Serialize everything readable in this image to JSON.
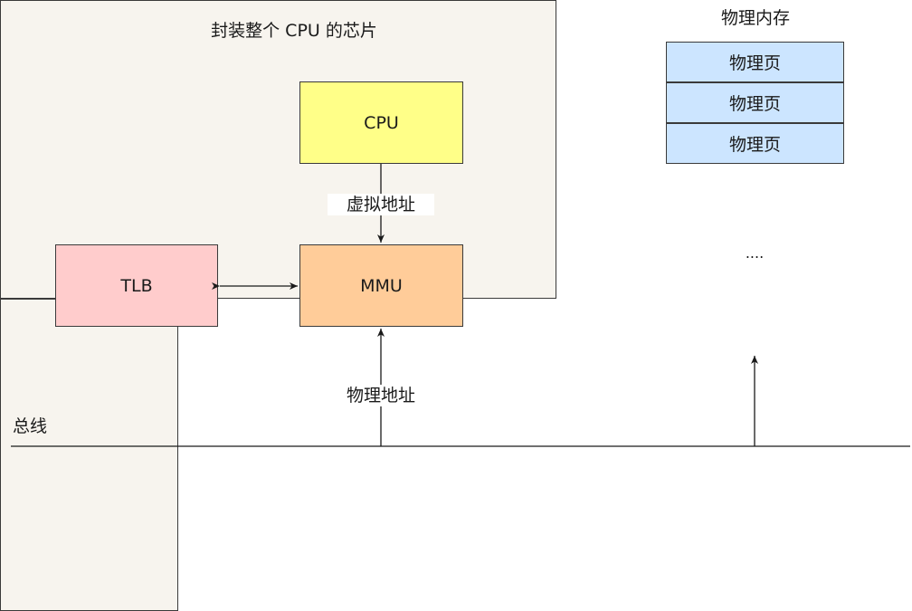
{
  "chip": {
    "title": "封装整个 CPU 的芯片"
  },
  "cpu": {
    "label": "CPU"
  },
  "mmu": {
    "label": "MMU"
  },
  "tlb": {
    "label": "TLB"
  },
  "edges": {
    "virtual_address": "虚拟地址",
    "physical_address": "物理地址"
  },
  "bus": {
    "label": "总线"
  },
  "memory": {
    "title": "物理内存",
    "pages": [
      "物理页",
      "物理页",
      "物理页"
    ],
    "ellipsis": "...."
  },
  "colors": {
    "chip_fill": "#f7f4ee",
    "cpu_fill": "#ffff88",
    "mmu_fill": "#ffcc99",
    "tlb_fill": "#ffcccc",
    "page_fill": "#cce5ff",
    "stroke": "#3a3a3a"
  }
}
